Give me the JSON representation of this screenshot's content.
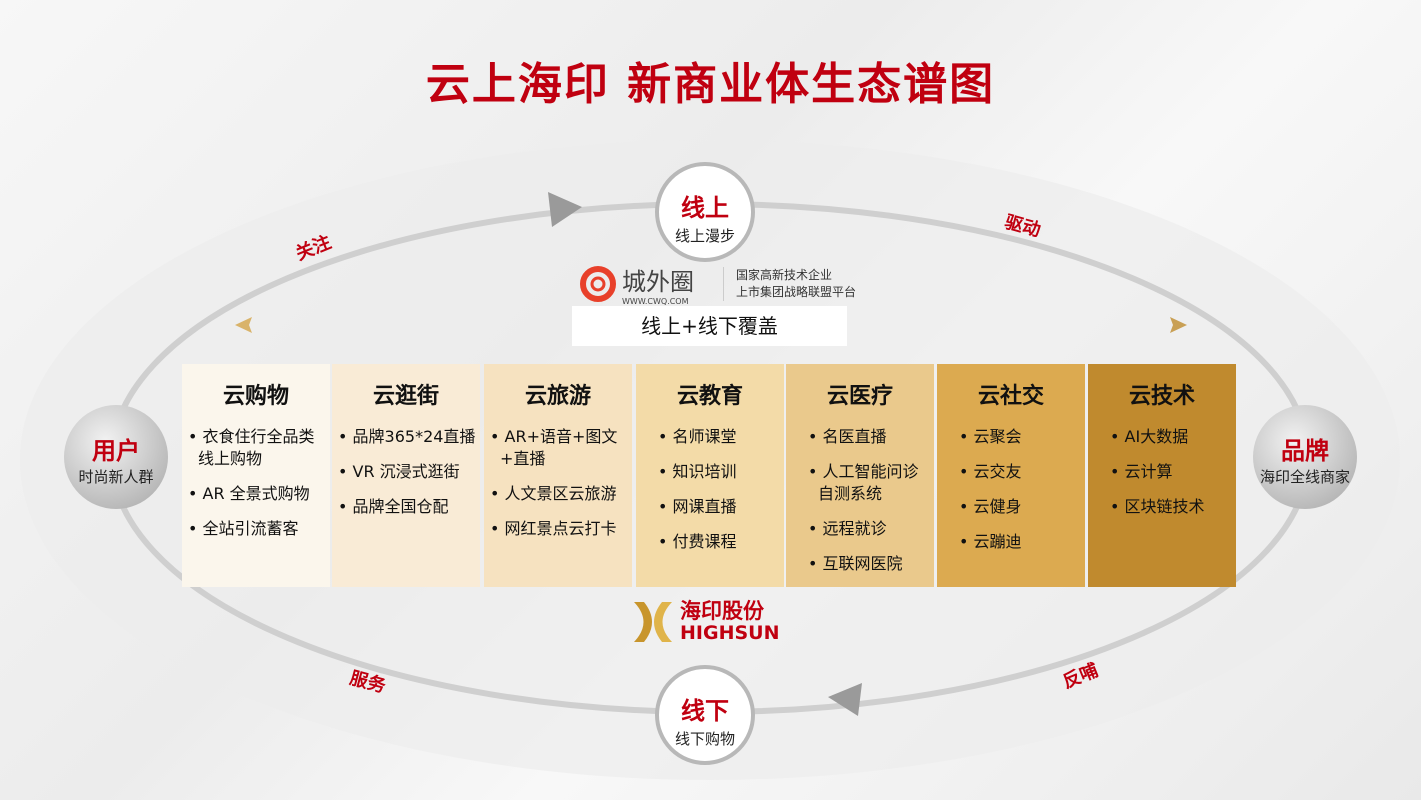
{
  "title": "云上海印  新商业体生态谱图",
  "top": {
    "title": "线上",
    "subtitle": "线上漫步"
  },
  "bottom": {
    "title": "线下",
    "subtitle": "线下购物"
  },
  "left": {
    "title": "用户",
    "subtitle": "时尚新人群"
  },
  "right": {
    "title": "品牌",
    "subtitle": "海印全线商家"
  },
  "labels": {
    "follow": "关注",
    "drive": "驱动",
    "serve": "服务",
    "feedback": "反哺"
  },
  "cwq": {
    "name": "城外圈",
    "url": "WWW.CWQ.COM",
    "line1": "国家高新技术企业",
    "line2": "上市集团战略联盟平台"
  },
  "coverage": "线上+线下覆盖",
  "highsun": {
    "cn": "海印股份",
    "en": "HIGHSUN"
  },
  "columns": [
    {
      "title": "云购物",
      "items": [
        "衣食住行全品类线上购物",
        "AR 全景式购物",
        "全站引流蓄客"
      ],
      "color": "#fbf6ec"
    },
    {
      "title": "云逛街",
      "items": [
        "品牌365*24直播",
        "VR 沉浸式逛街",
        "品牌全国仓配"
      ],
      "color": "#f9ebd6"
    },
    {
      "title": "云旅游",
      "items": [
        "AR+语音+图文+直播",
        "人文景区云旅游",
        "网红景点云打卡"
      ],
      "color": "#f6e2c0"
    },
    {
      "title": "云教育",
      "items": [
        "名师课堂",
        "知识培训",
        "网课直播",
        "付费课程"
      ],
      "color": "#f3dba8"
    },
    {
      "title": "云医疗",
      "items": [
        "名医直播",
        "人工智能问诊自测系统",
        "远程就诊",
        "互联网医院"
      ],
      "color": "#eac98c"
    },
    {
      "title": "云社交",
      "items": [
        "云聚会",
        "云交友",
        "云健身",
        "云蹦迪"
      ],
      "color": "#dcaa50"
    },
    {
      "title": "云技术",
      "items": [
        "AI大数据",
        "云计算",
        "区块链技术"
      ],
      "color": "#c08a2e"
    }
  ]
}
